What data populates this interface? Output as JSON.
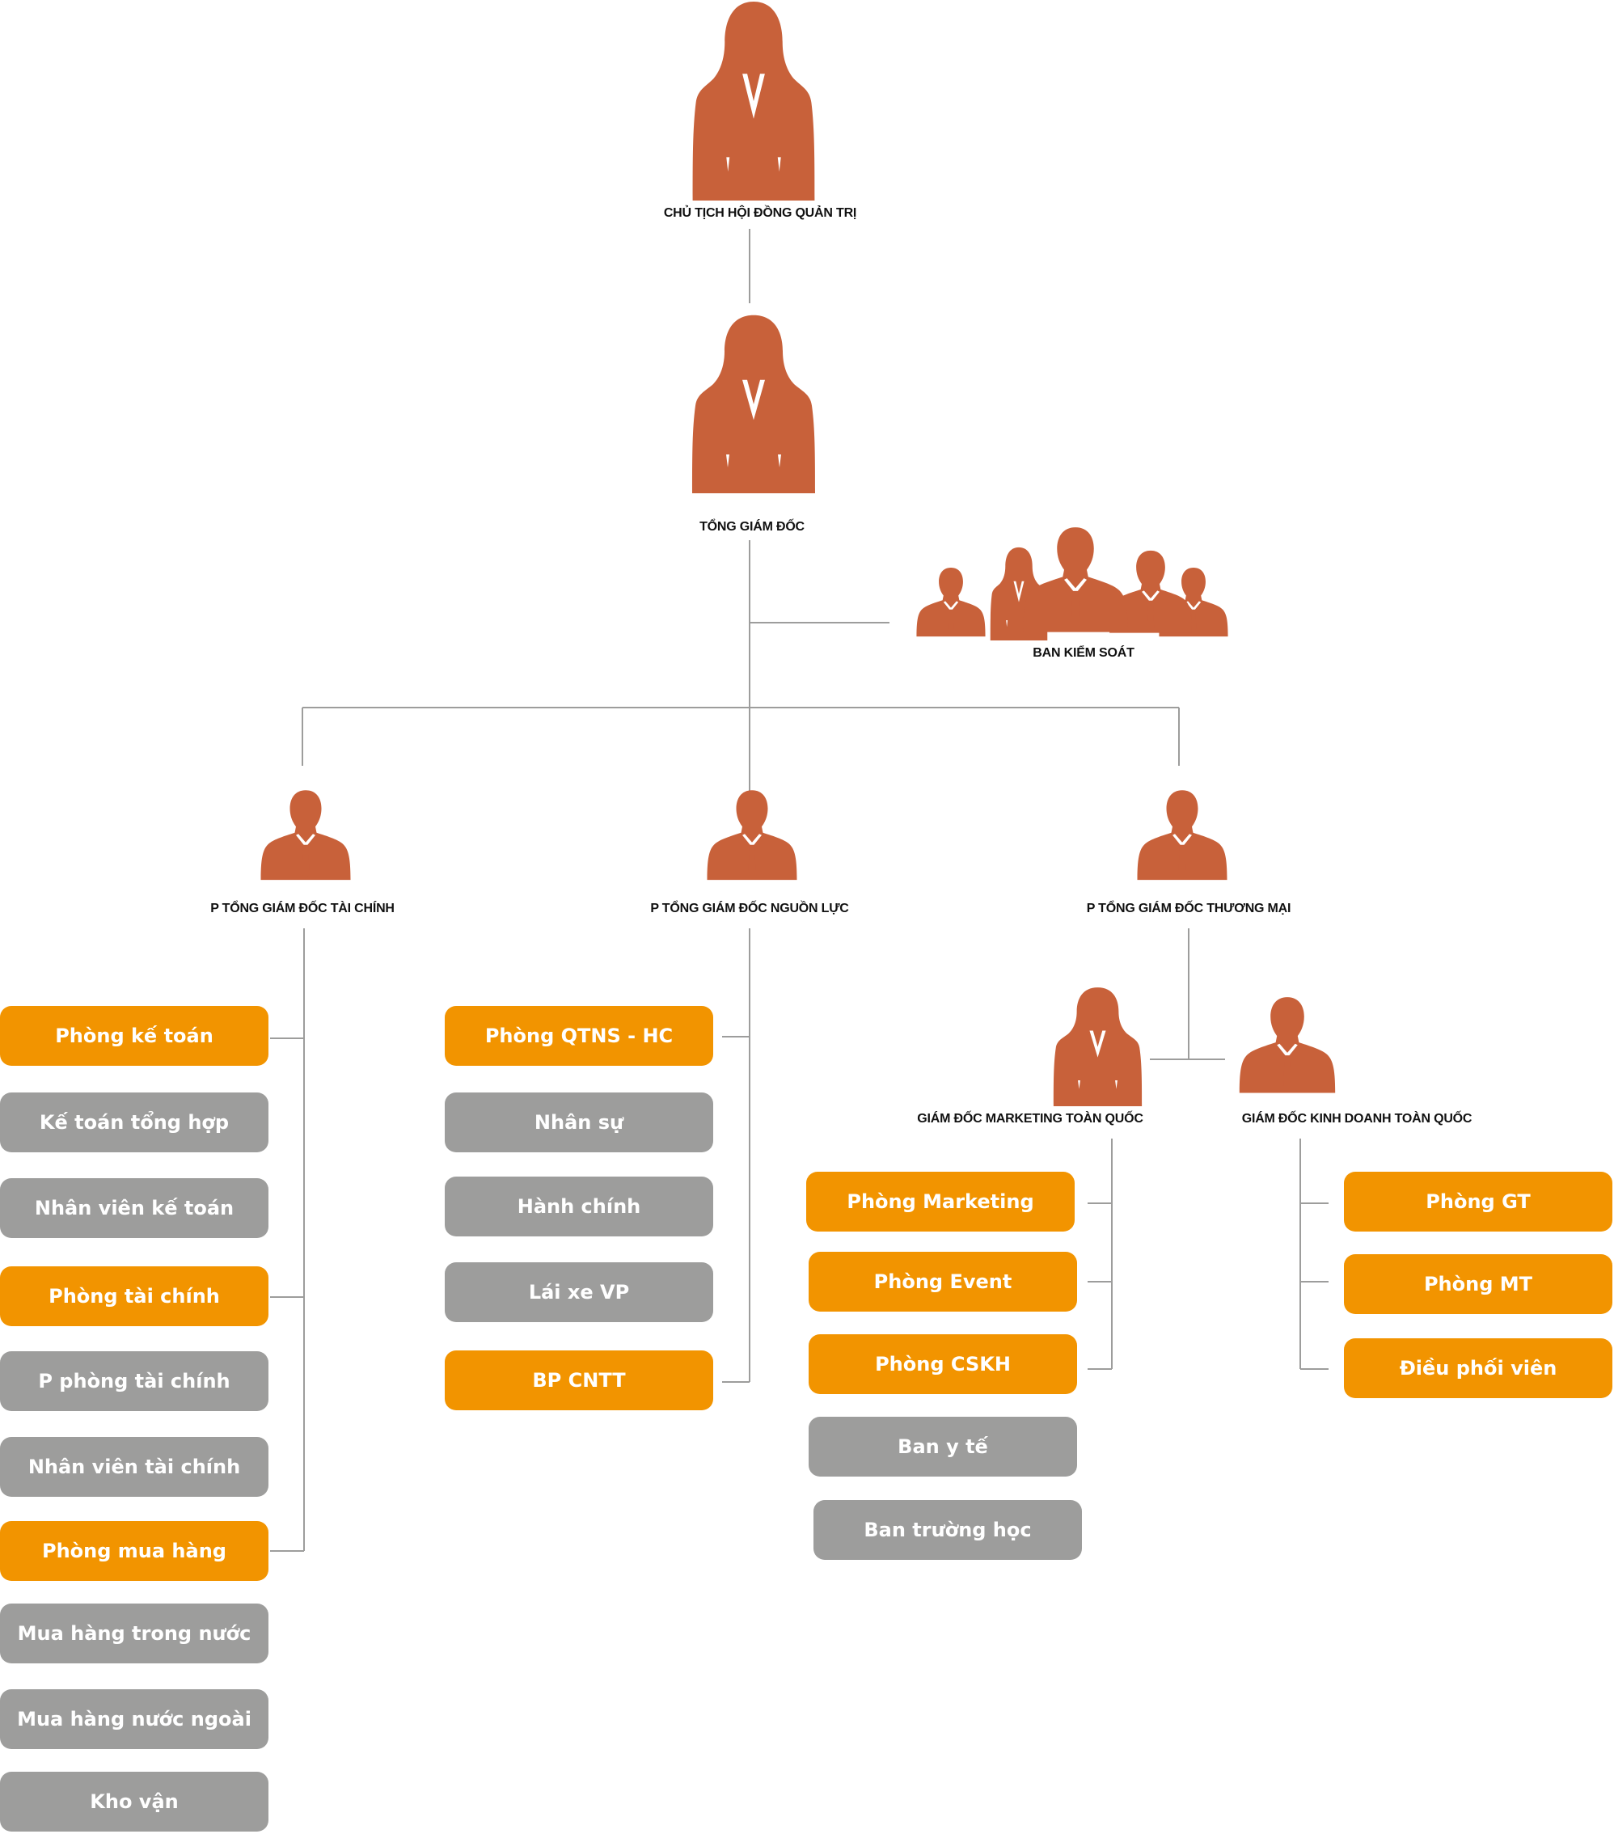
{
  "colors": {
    "person": "#c8613a",
    "orange": "#f29400",
    "gray": "#9d9d9c",
    "line": "#9d9d9c"
  },
  "people": {
    "chairman": {
      "label": "CHỦ TỊCH HỘI ĐỒNG QUẢN TRỊ",
      "icon": "woman-silhouette-icon"
    },
    "ceo": {
      "label": "TỔNG GIÁM ĐỐC",
      "icon": "woman-silhouette-icon"
    },
    "control": {
      "label": "BAN KIỂM SOÁT",
      "icon": "group-silhouette-icon"
    },
    "vp_finance": {
      "label": "P TỔNG GIÁM ĐỐC TÀI CHÍNH",
      "icon": "woman-silhouette-icon"
    },
    "vp_resources": {
      "label": "P TỔNG GIÁM ĐỐC NGUỒN LỰC",
      "icon": "man-silhouette-icon"
    },
    "vp_commerce": {
      "label": "P TỔNG GIÁM ĐỐC THƯƠNG MẠI",
      "icon": "man-silhouette-icon"
    },
    "dir_marketing": {
      "label": "GIÁM ĐỐC MARKETING TOÀN QUỐC",
      "icon": "woman-silhouette-icon"
    },
    "dir_sales": {
      "label": "GIÁM ĐỐC KINH DOANH TOÀN QUỐC",
      "icon": "man-silhouette-icon"
    }
  },
  "finance": [
    {
      "label": "Phòng kế toán",
      "type": "orange"
    },
    {
      "label": "Kế toán tổng hợp",
      "type": "gray"
    },
    {
      "label": "Nhân viên kế toán",
      "type": "gray"
    },
    {
      "label": "Phòng tài chính",
      "type": "orange"
    },
    {
      "label": "P phòng tài chính",
      "type": "gray"
    },
    {
      "label": "Nhân viên tài chính",
      "type": "gray"
    },
    {
      "label": "Phòng mua hàng",
      "type": "orange"
    },
    {
      "label": "Mua hàng trong nước",
      "type": "gray"
    },
    {
      "label": "Mua hàng nước ngoài",
      "type": "gray"
    },
    {
      "label": "Kho vận",
      "type": "gray"
    }
  ],
  "resources": [
    {
      "label": "Phòng QTNS - HC",
      "type": "orange"
    },
    {
      "label": "Nhân sự",
      "type": "gray"
    },
    {
      "label": "Hành chính",
      "type": "gray"
    },
    {
      "label": "Lái xe VP",
      "type": "gray"
    },
    {
      "label": "BP  CNTT",
      "type": "orange"
    }
  ],
  "marketing": [
    {
      "label": "Phòng Marketing",
      "type": "orange"
    },
    {
      "label": "Phòng Event",
      "type": "orange"
    },
    {
      "label": "Phòng CSKH",
      "type": "orange"
    },
    {
      "label": "Ban y tế",
      "type": "gray"
    },
    {
      "label": "Ban trường học",
      "type": "gray"
    }
  ],
  "sales": [
    {
      "label": "Phòng GT",
      "type": "orange"
    },
    {
      "label": "Phòng MT",
      "type": "orange"
    },
    {
      "label": "Điều phối viên",
      "type": "orange"
    }
  ]
}
